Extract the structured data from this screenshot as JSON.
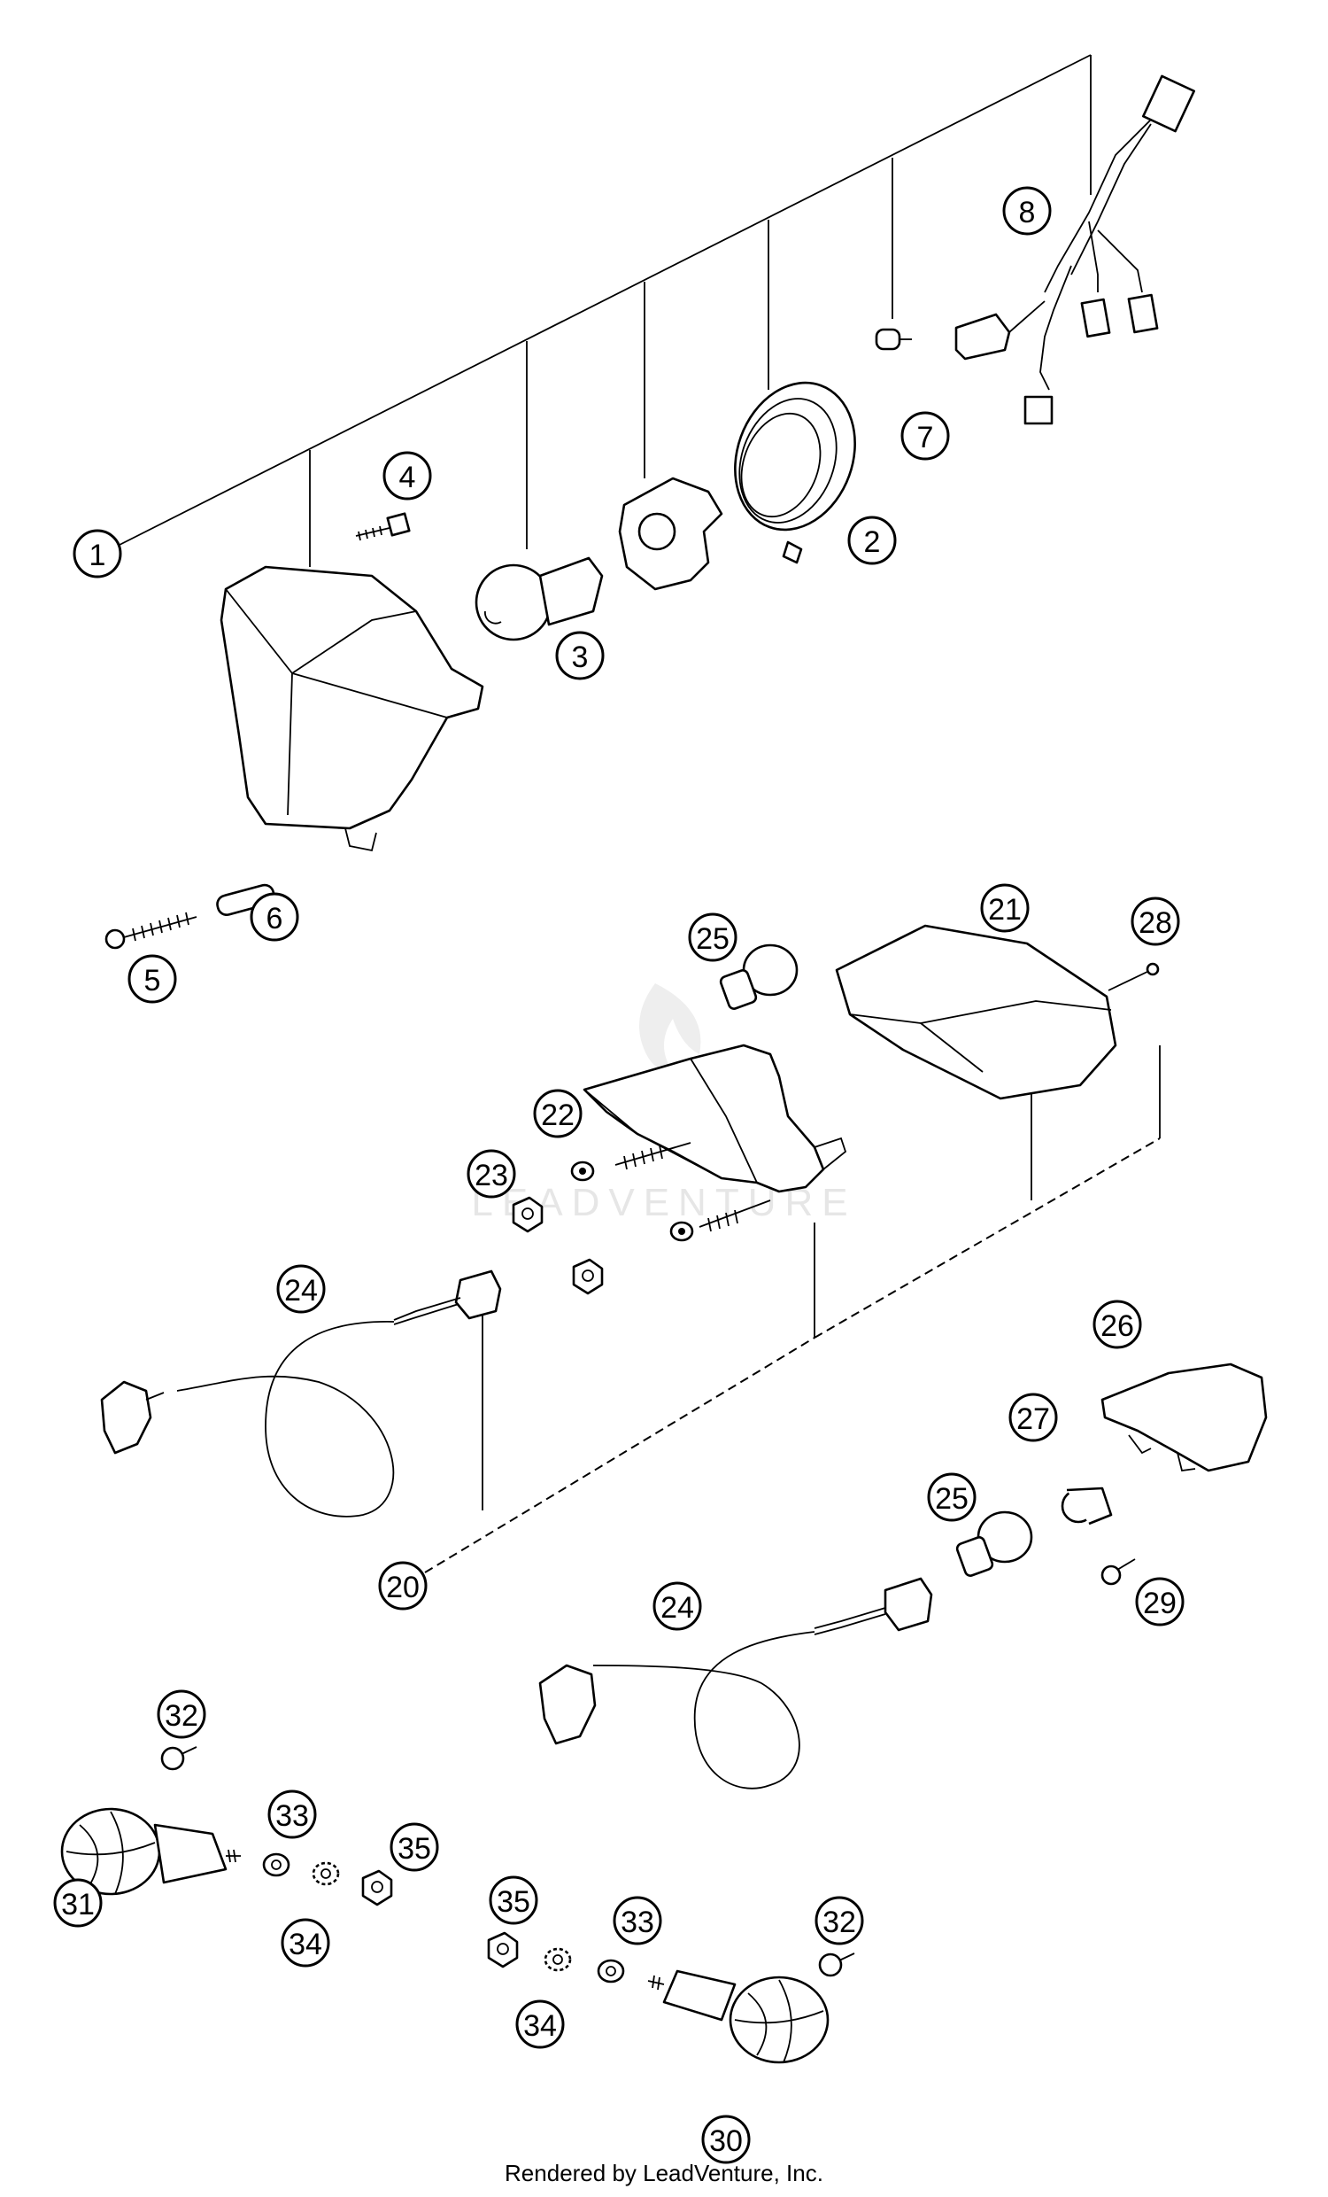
{
  "diagram": {
    "callouts": [
      {
        "id": "c1",
        "label": "1"
      },
      {
        "id": "c2",
        "label": "2"
      },
      {
        "id": "c3",
        "label": "3"
      },
      {
        "id": "c4",
        "label": "4"
      },
      {
        "id": "c5",
        "label": "5"
      },
      {
        "id": "c6",
        "label": "6"
      },
      {
        "id": "c7",
        "label": "7"
      },
      {
        "id": "c8",
        "label": "8"
      },
      {
        "id": "c20",
        "label": "20"
      },
      {
        "id": "c21",
        "label": "21"
      },
      {
        "id": "c22",
        "label": "22"
      },
      {
        "id": "c23",
        "label": "23"
      },
      {
        "id": "c24a",
        "label": "24"
      },
      {
        "id": "c24b",
        "label": "24"
      },
      {
        "id": "c25a",
        "label": "25"
      },
      {
        "id": "c25b",
        "label": "25"
      },
      {
        "id": "c26",
        "label": "26"
      },
      {
        "id": "c27",
        "label": "27"
      },
      {
        "id": "c28",
        "label": "28"
      },
      {
        "id": "c29",
        "label": "29"
      },
      {
        "id": "c30",
        "label": "30"
      },
      {
        "id": "c31",
        "label": "31"
      },
      {
        "id": "c32a",
        "label": "32"
      },
      {
        "id": "c32b",
        "label": "32"
      },
      {
        "id": "c33a",
        "label": "33"
      },
      {
        "id": "c33b",
        "label": "33"
      },
      {
        "id": "c34a",
        "label": "34"
      },
      {
        "id": "c34b",
        "label": "34"
      },
      {
        "id": "c35a",
        "label": "35"
      },
      {
        "id": "c35b",
        "label": "35"
      }
    ]
  },
  "watermark": "LEADVENTURE",
  "footer": "Rendered by LeadVenture, Inc."
}
